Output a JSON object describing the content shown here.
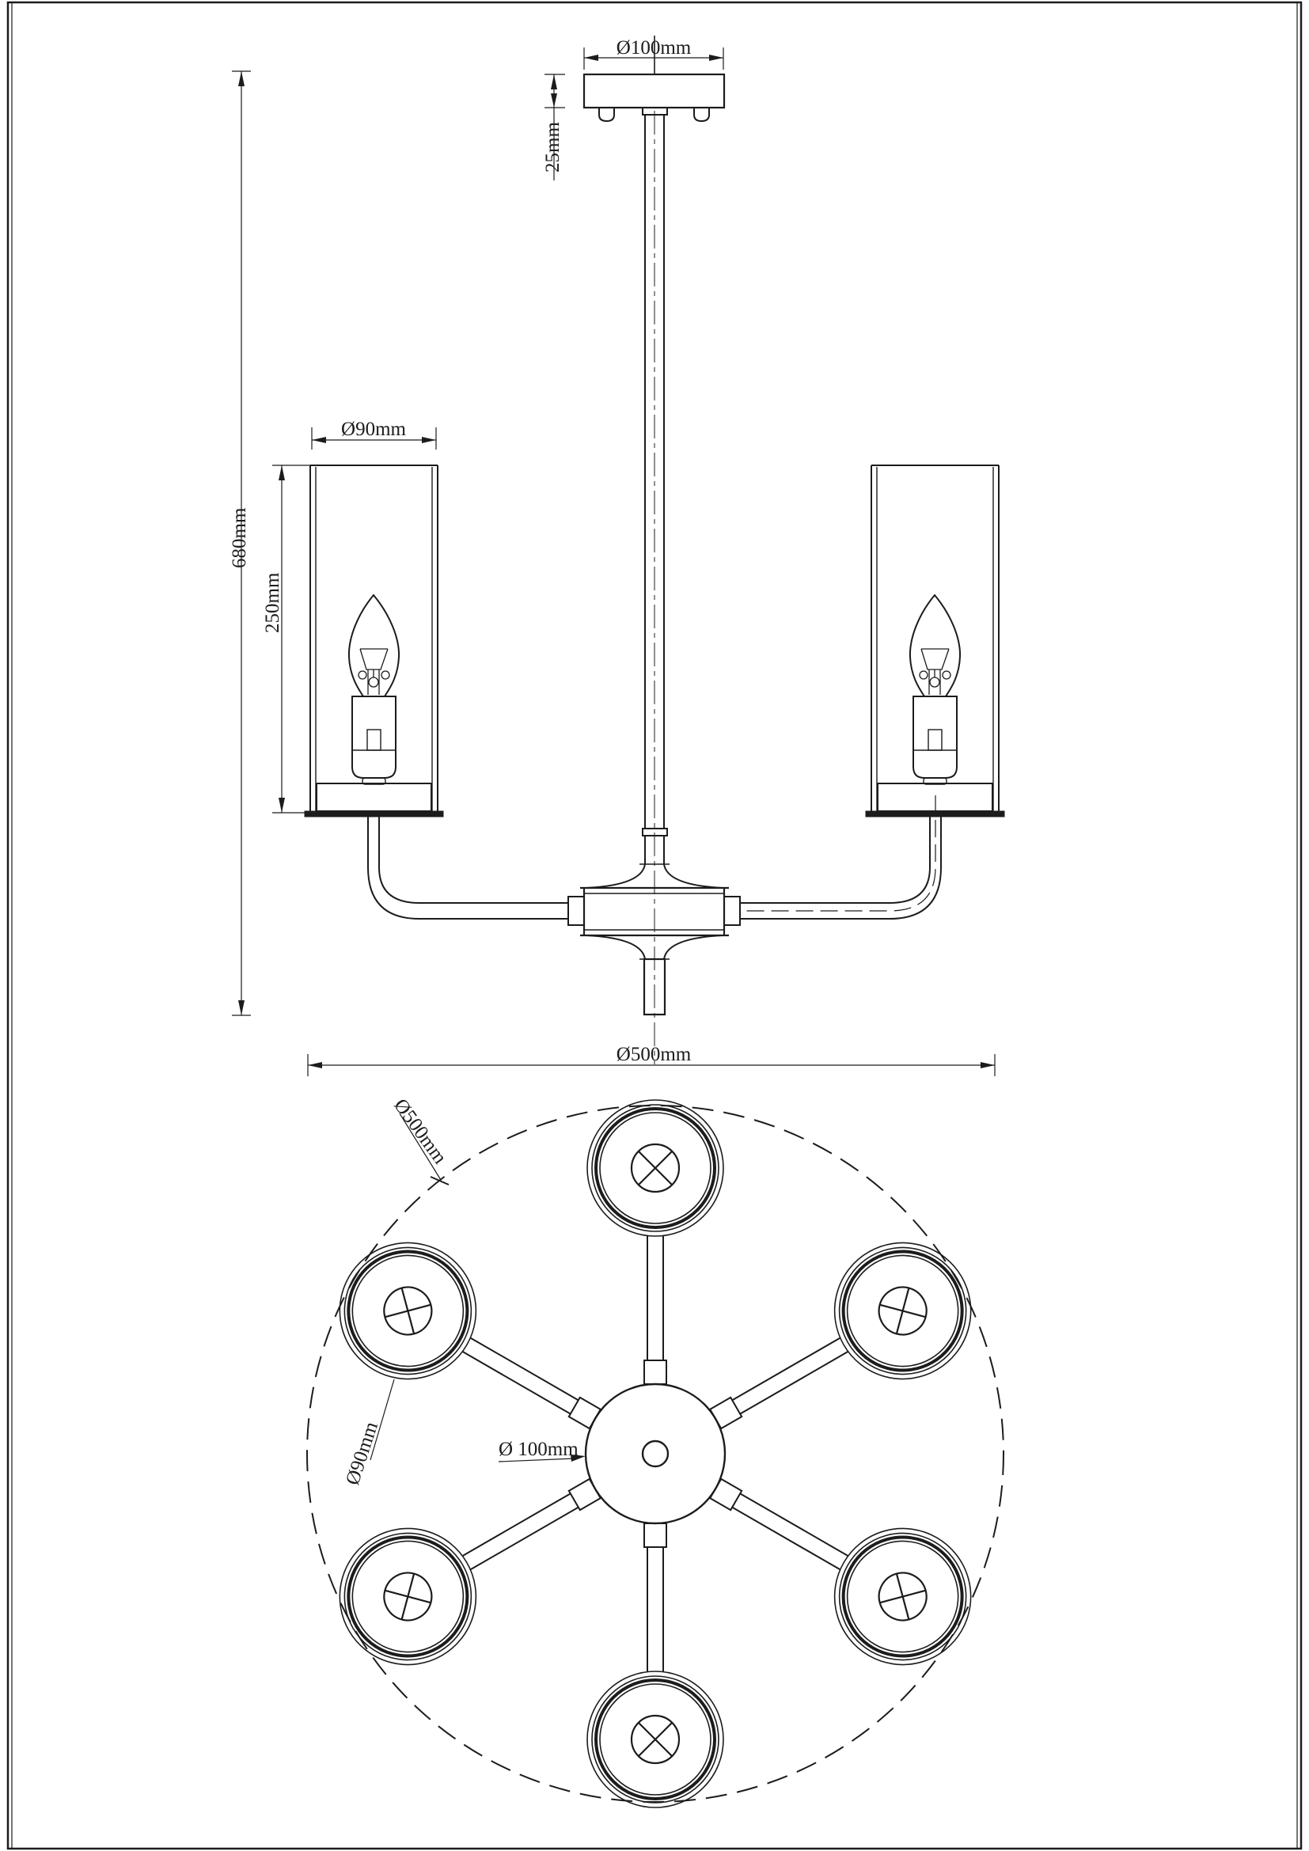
{
  "product": {
    "type": "6-light chandelier technical drawing",
    "lamp_count": 6
  },
  "colors": {
    "line": "#1c1c1c",
    "background": "#ffffff"
  },
  "dimensions": {
    "canopy_diameter": "Ø100mm",
    "canopy_height": "25mm",
    "overall_height": "680mm",
    "shade_height": "250mm",
    "shade_diameter": "Ø90mm",
    "fixture_diameter": "Ø500mm",
    "plan": {
      "fixture_diameter": "Ø500mm",
      "shade_diameter": "Ø90mm",
      "hub_diameter": "Ø 100mm"
    }
  }
}
